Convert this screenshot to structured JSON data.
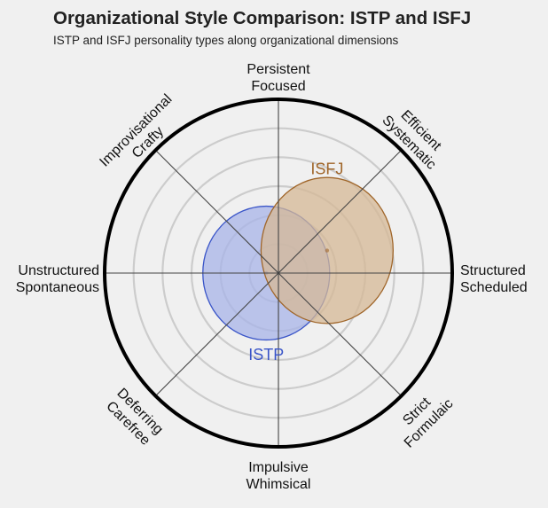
{
  "header": {
    "title": "Organizational Style Comparison: ISTP and ISFJ",
    "subtitle": "ISTP and ISFJ personality types along organizational dimensions"
  },
  "chart_data": {
    "type": "radar-ellipse",
    "title": "Organizational Style Comparison: ISTP and ISFJ",
    "subtitle": "ISTP and ISFJ personality types along organizational dimensions",
    "axes": [
      {
        "angle_deg": 90,
        "lines": [
          "Persistent",
          "Focused"
        ]
      },
      {
        "angle_deg": 45,
        "lines": [
          "Efficient",
          "Systematic"
        ]
      },
      {
        "angle_deg": 0,
        "lines": [
          "Structured",
          "Scheduled"
        ]
      },
      {
        "angle_deg": -45,
        "lines": [
          "Strict",
          "Formulaic"
        ]
      },
      {
        "angle_deg": -90,
        "lines": [
          "Impulsive",
          "Whimsical"
        ]
      },
      {
        "angle_deg": -135,
        "lines": [
          "Deferring",
          "Carefree"
        ]
      },
      {
        "angle_deg": 180,
        "lines": [
          "Unstructured",
          "Spontaneous"
        ]
      },
      {
        "angle_deg": 135,
        "lines": [
          "Improvisational",
          "Crafty"
        ]
      }
    ],
    "rings": 6,
    "grid": true,
    "series": [
      {
        "name": "ISTP",
        "color": "#3a55c8",
        "fill": "#a8b4e8",
        "center": {
          "x": -0.07,
          "y": 0.0
        },
        "radius": {
          "x": 0.365,
          "y": 0.385
        },
        "label_pos": {
          "x": -0.07,
          "y": -0.47
        }
      },
      {
        "name": "ISFJ",
        "color": "#a0662a",
        "fill": "#d6b896",
        "center": {
          "x": 0.28,
          "y": 0.13
        },
        "radius": {
          "x": 0.38,
          "y": 0.42
        },
        "label_pos": {
          "x": 0.28,
          "y": 0.6
        }
      }
    ]
  }
}
